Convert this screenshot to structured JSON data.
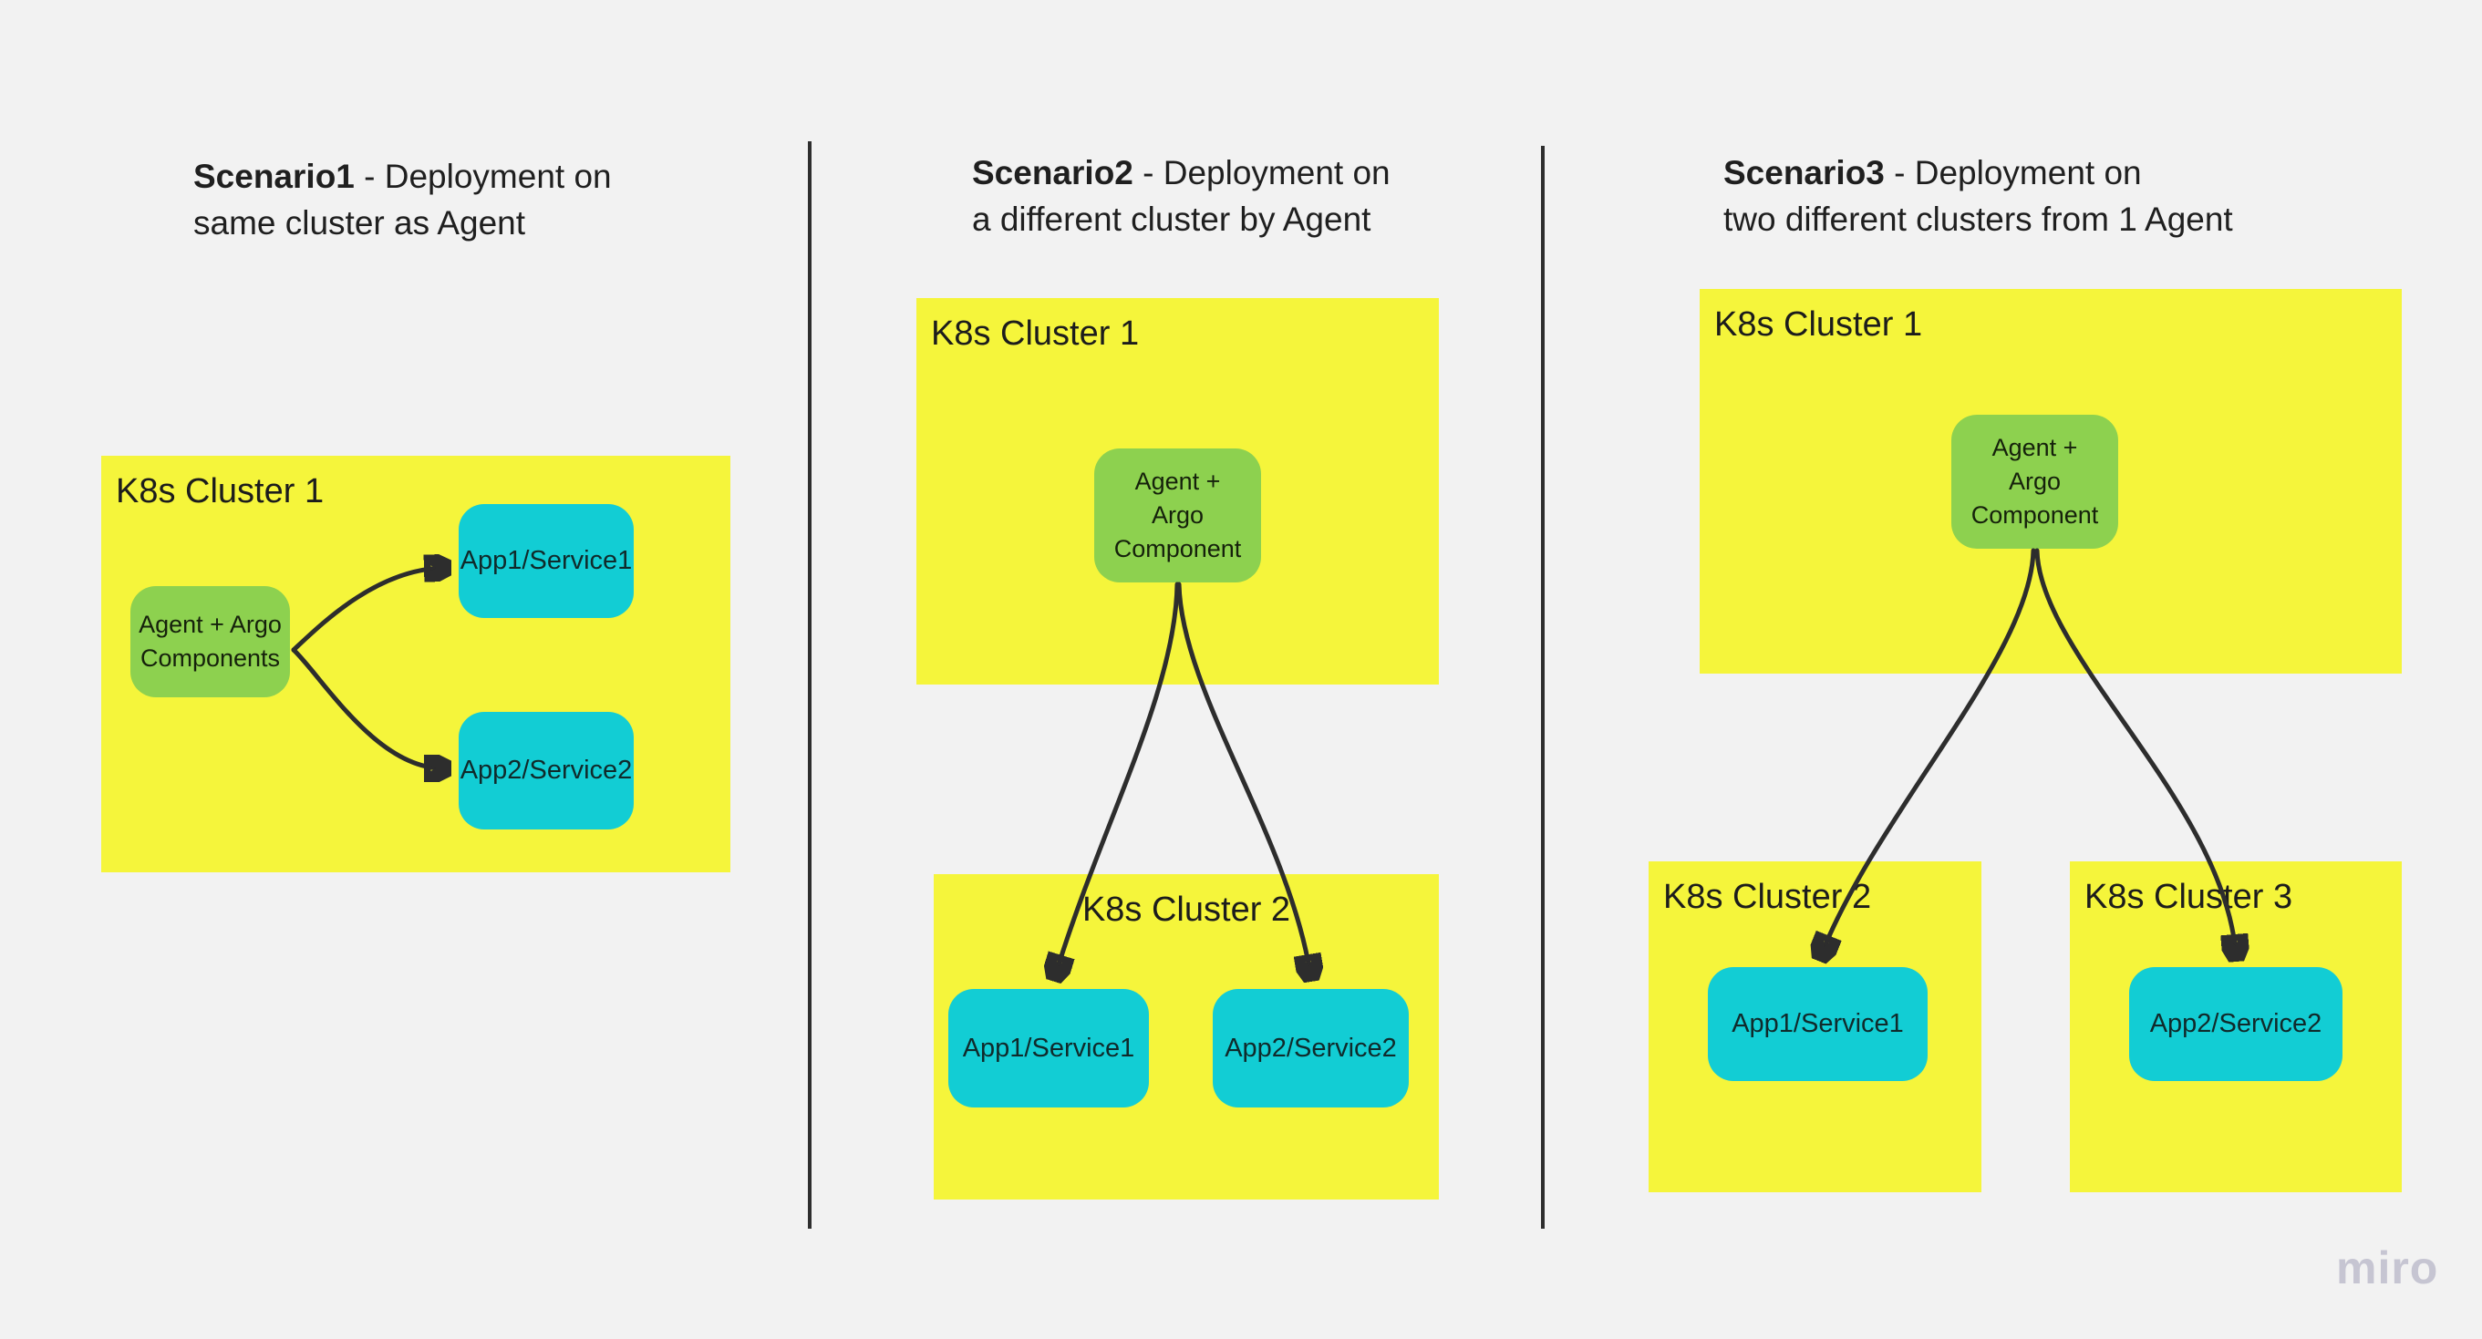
{
  "board": {
    "watermark": "miro"
  },
  "titles": {
    "s1": {
      "bold": "Scenario1",
      "rest": " - Deployment on\nsame cluster as Agent"
    },
    "s2": {
      "bold": "Scenario2",
      "rest": " - Deployment on\na different cluster by Agent"
    },
    "s3": {
      "bold": "Scenario3",
      "rest": " - Deployment on\ntwo different clusters from 1 Agent"
    }
  },
  "s1": {
    "cluster1_label": "K8s Cluster 1",
    "agent_label": "Agent + Argo\nComponents",
    "app1_label": "App1/Service1",
    "app2_label": "App2/Service2"
  },
  "s2": {
    "cluster1_label": "K8s Cluster 1",
    "cluster2_label": "K8s Cluster 2",
    "agent_label": "Agent +\nArgo\nComponent",
    "app1_label": "App1/Service1",
    "app2_label": "App2/Service2"
  },
  "s3": {
    "cluster1_label": "K8s Cluster 1",
    "cluster2_label": "K8s Cluster 2",
    "cluster3_label": "K8s Cluster 3",
    "agent_label": "Agent +\nArgo\nComponent",
    "app1_label": "App1/Service1",
    "app2_label": "App2/Service2"
  },
  "colors": {
    "background": "#f2f2f2",
    "cluster_fill": "#f5f53b",
    "agent_fill": "#8dd14f",
    "app_fill": "#12cdd4",
    "connector": "#2d2d2d",
    "text": "#1c1c1c",
    "watermark": "#c6c5d2"
  }
}
